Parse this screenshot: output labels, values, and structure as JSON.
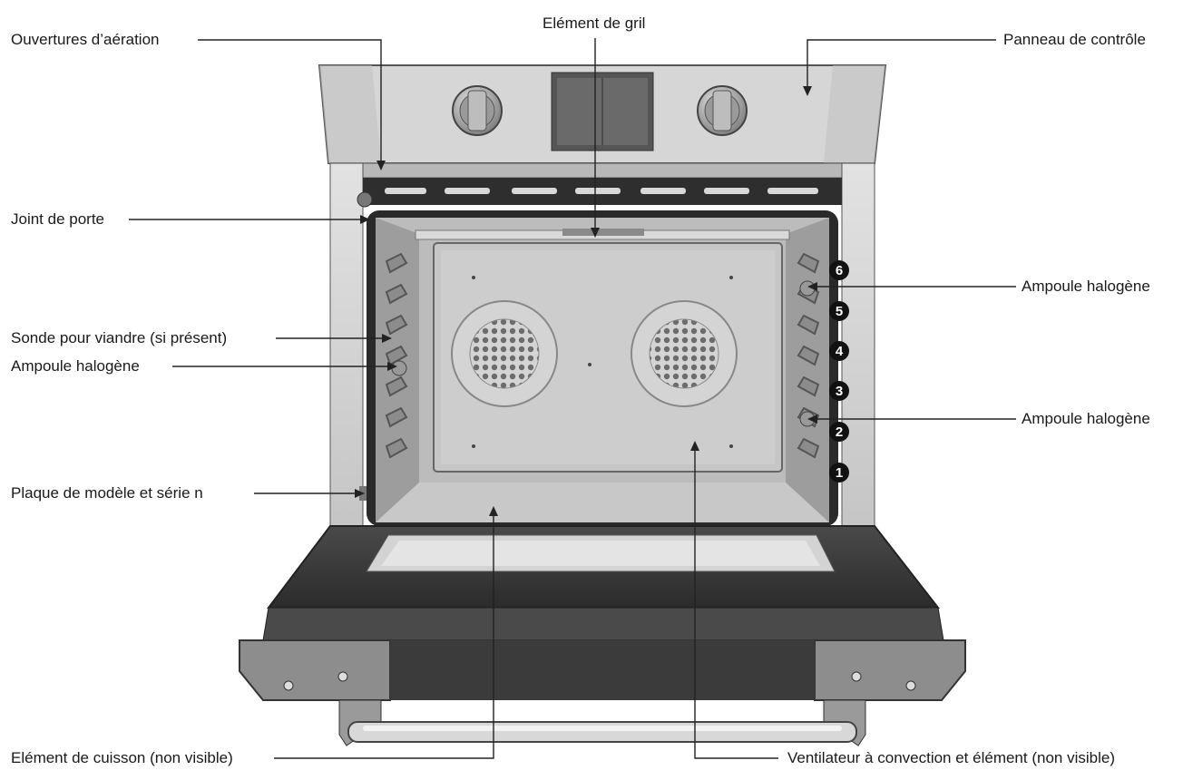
{
  "labels": {
    "vents": "Ouvertures d’aération",
    "broil": "Elément de gril",
    "control_panel": "Panneau de contrôle",
    "door_gasket": "Joint de porte",
    "halogen_right_top": "Ampoule halogène",
    "meat_probe": "Sonde pour viandre (si présent)",
    "halogen_left": "Ampoule halogène",
    "halogen_right_bottom": "Ampoule halogène",
    "model_plate": "Plaque de modèle et série n",
    "bake_element": "Elément de cuisson (non visible)",
    "convection": "Ventilateur à convection et élément (non visible)"
  },
  "rack_positions": [
    "6",
    "5",
    "4",
    "3",
    "2",
    "1"
  ],
  "colors": {
    "steel": "#cfcfcf",
    "dark_door": "#3a3a3a",
    "cavity": "#bdbdbd",
    "badge": "#111111",
    "leader": "#222222"
  }
}
